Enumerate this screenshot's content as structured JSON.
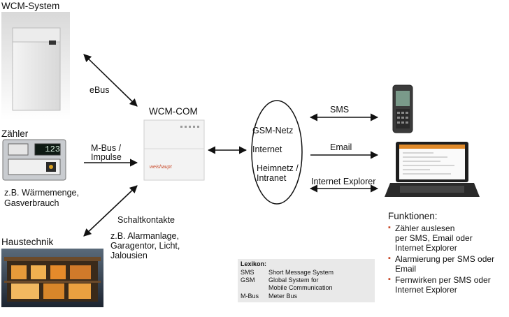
{
  "devices": {
    "wcm_system": "WCM-System",
    "zaehler": "Zähler",
    "zaehler_display": "123",
    "zaehler_note_1": "z.B. Wärmemenge,",
    "zaehler_note_2": "Gasverbrauch",
    "haustechnik": "Haustechnik",
    "wcm_com": "WCM-COM",
    "wcm_com_brand": "weishaupt"
  },
  "links": {
    "ebus": "eBus",
    "mbus_1": "M-Bus /",
    "mbus_2": "Impulse",
    "schaltkontakte": "Schaltkontakte",
    "schalt_note_1": "z.B. Alarmanlage,",
    "schalt_note_2": "Garagentor, Licht,",
    "schalt_note_3": "Jalousien",
    "sms": "SMS",
    "email": "Email",
    "internet_explorer": "Internet Explorer"
  },
  "network": {
    "gsm": "GSM-Netz",
    "internet": "Internet",
    "heimnetz_1": "Heimnetz /",
    "heimnetz_2": "Intranet"
  },
  "lexikon": {
    "title": "Lexikon:",
    "entries": [
      {
        "abbr": "SMS",
        "text": "Short Message System"
      },
      {
        "abbr": "GSM",
        "text": "Global System for"
      },
      {
        "abbr": "",
        "text": "Mobile Communication"
      },
      {
        "abbr": "M-Bus",
        "text": "Meter Bus"
      }
    ]
  },
  "funktionen": {
    "title": "Funktionen:",
    "items": [
      [
        "Zähler auslesen",
        "per SMS, Email oder",
        "Internet Explorer"
      ],
      [
        "Alarmierung per SMS oder",
        "Email"
      ],
      [
        "Fernwirken per SMS oder",
        "Internet Explorer"
      ]
    ]
  },
  "colors": {
    "accent": "#c84a2a",
    "lexikon_bg": "#e9e9e9"
  }
}
